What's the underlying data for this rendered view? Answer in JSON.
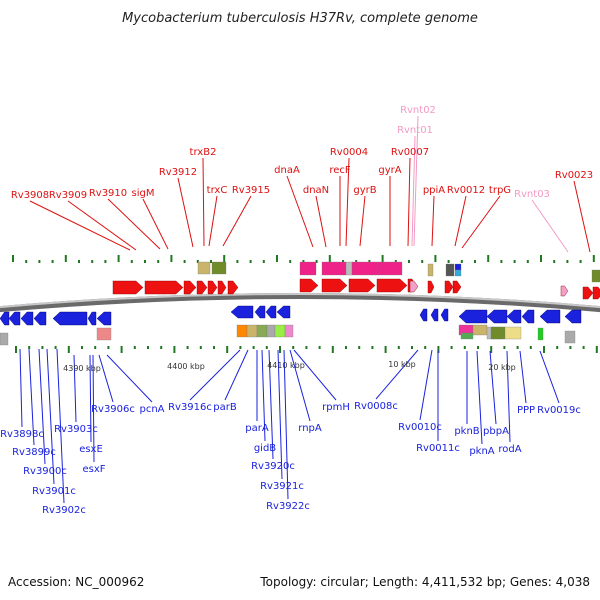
{
  "title": "Mycobacterium tuberculosis H37Rv, complete genome",
  "accession": "Accession: NC_000962",
  "summary": "Topology: circular; Length: 4,411,532 bp; Genes: 4,038",
  "colors": {
    "forward_gene": "#ee1111",
    "reverse_gene": "#1a22dd",
    "rna_gene": "#f2a0c8",
    "backbone": "#888888",
    "tick": "#227722"
  },
  "scale_labels": [
    "4390 kbp",
    "4400 kbp",
    "4410 kbp",
    "10 kbp",
    "20 kbp"
  ],
  "top_labels": [
    {
      "text": "Rv3908",
      "color": "#dd1111"
    },
    {
      "text": "Rv3909",
      "color": "#dd1111"
    },
    {
      "text": "Rv3910",
      "color": "#dd1111"
    },
    {
      "text": "sigM",
      "color": "#dd1111"
    },
    {
      "text": "Rv3912",
      "color": "#dd1111"
    },
    {
      "text": "trxB2",
      "color": "#dd1111"
    },
    {
      "text": "trxC",
      "color": "#dd1111"
    },
    {
      "text": "Rv3915",
      "color": "#dd1111"
    },
    {
      "text": "dnaA",
      "color": "#dd1111"
    },
    {
      "text": "dnaN",
      "color": "#dd1111"
    },
    {
      "text": "recF",
      "color": "#dd1111"
    },
    {
      "text": "Rv0004",
      "color": "#dd1111"
    },
    {
      "text": "gyrB",
      "color": "#dd1111"
    },
    {
      "text": "gyrA",
      "color": "#dd1111"
    },
    {
      "text": "Rv0007",
      "color": "#dd1111"
    },
    {
      "text": "Rvnt02",
      "color": "#f29ac4"
    },
    {
      "text": "Rvnt01",
      "color": "#f29ac4"
    },
    {
      "text": "ppiA",
      "color": "#dd1111"
    },
    {
      "text": "Rv0012",
      "color": "#dd1111"
    },
    {
      "text": "trpG",
      "color": "#dd1111"
    },
    {
      "text": "Rvnt03",
      "color": "#f29ac4"
    },
    {
      "text": "Rv0023",
      "color": "#dd1111"
    }
  ],
  "bottom_labels": [
    {
      "text": "Rv3898c"
    },
    {
      "text": "Rv3899c"
    },
    {
      "text": "Rv3900c"
    },
    {
      "text": "Rv3901c"
    },
    {
      "text": "Rv3902c"
    },
    {
      "text": "Rv3903c"
    },
    {
      "text": "esxE"
    },
    {
      "text": "esxF"
    },
    {
      "text": "Rv3906c"
    },
    {
      "text": "pcnA"
    },
    {
      "text": "Rv3916c"
    },
    {
      "text": "parB"
    },
    {
      "text": "parA"
    },
    {
      "text": "gidB"
    },
    {
      "text": "Rv3920c"
    },
    {
      "text": "Rv3921c"
    },
    {
      "text": "Rv3922c"
    },
    {
      "text": "rnpA"
    },
    {
      "text": "rpmH"
    },
    {
      "text": "Rv0008c"
    },
    {
      "text": "Rv0010c"
    },
    {
      "text": "Rv0011c"
    },
    {
      "text": "pknB"
    },
    {
      "text": "pknA"
    },
    {
      "text": "pbpA"
    },
    {
      "text": "rodA"
    },
    {
      "text": "PPP"
    },
    {
      "text": "Rv0019c"
    }
  ]
}
